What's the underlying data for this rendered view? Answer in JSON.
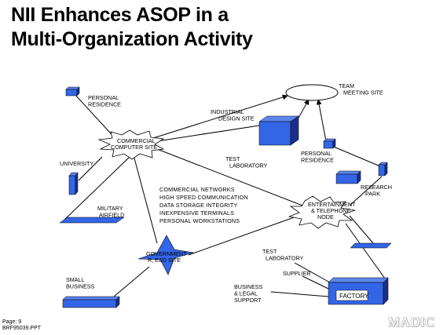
{
  "title": {
    "line1": "NII Enhances ASOP in a",
    "line2": "Multi-Organization Activity"
  },
  "nodes": {
    "team_meeting_site": [
      "TEAM",
      "MEETING SITE"
    ],
    "personal_residence_1": [
      "PERSONAL",
      "RESIDENCE"
    ],
    "industrial_design_site": [
      "INDUSTRIAL",
      "DESIGN SITE"
    ],
    "commercial_computer_site": [
      "COMMERCIAL",
      "COMPUTER SITE"
    ],
    "test_laboratory_1": [
      "TEST",
      "LABORATORY"
    ],
    "personal_residence_2": [
      "PERSONAL",
      "RESIDENCE"
    ],
    "university": "UNIVERSITY",
    "research_park": [
      "RESEARCH",
      "PARK"
    ],
    "military_airfield": [
      "MILITARY",
      "AIRFIELD"
    ],
    "entertainment_node": [
      "ENTERTAINMENT",
      "& TELEPHONE",
      "NODE"
    ],
    "government_site": [
      "GOVERNMENT",
      "R, E&D SITE"
    ],
    "test_laboratory_2": [
      "TEST",
      "LABORATORY"
    ],
    "supplier": "SUPPLIER",
    "small_business": [
      "SMALL",
      "BUSINESS"
    ],
    "business_legal_support": [
      "BUSINESS",
      "& LEGAL",
      "SUPPORT"
    ],
    "factory": "FACTORY"
  },
  "network_features": [
    "COMMERCIAL NETWORKS",
    "HIGH SPEED COMMUNICATION",
    "DATA STORAGE INTEGRITY",
    "INEXPENSIVE TERMINALS",
    "PERSONAL WORKSTATIONS"
  ],
  "footer": {
    "page": "Page: 9",
    "file": "BRF95039.PPT"
  },
  "watermark": "MADIC",
  "colors": {
    "node_fill": "#3366e6",
    "node_dark": "#1a2f8a",
    "line": "#000000",
    "background": "#ffffff"
  }
}
